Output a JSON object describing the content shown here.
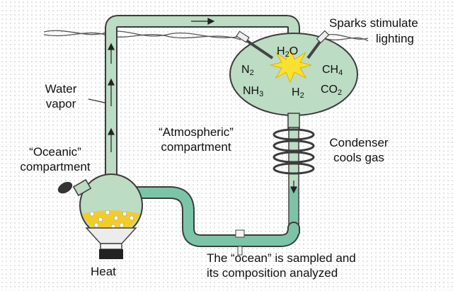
{
  "labels": {
    "sparks_line1": "Sparks stimulate",
    "sparks_line2": "lighting",
    "water_vapor_line1": "Water",
    "water_vapor_line2": "vapor",
    "atmospheric_line1": "“Atmospheric”",
    "atmospheric_line2": "compartment",
    "oceanic_line1": "“Oceanic”",
    "oceanic_line2": "compartment",
    "condenser_line1": "Condenser",
    "condenser_line2": "cools gas",
    "heat": "Heat",
    "sampled_line1": "The “ocean” is sampled and",
    "sampled_line2": "its composition analyzed"
  },
  "molecules": {
    "h2o": {
      "base": "H",
      "sub": "2",
      "tail": "O"
    },
    "n2": {
      "base": "N",
      "sub": "2",
      "tail": ""
    },
    "ch4": {
      "base": "CH",
      "sub": "4",
      "tail": ""
    },
    "nh3": {
      "base": "NH",
      "sub": "3",
      "tail": ""
    },
    "h2": {
      "base": "H",
      "sub": "2",
      "tail": ""
    },
    "co2": {
      "base": "CO",
      "sub": "2",
      "tail": ""
    }
  },
  "colors": {
    "glass": "#bcdcc4",
    "glass_edge": "#3c3c3c",
    "water": "#7cc4a8",
    "heated_liquid": "#f2cd2a",
    "spark": "#fbe12f",
    "heater": "#222222"
  }
}
